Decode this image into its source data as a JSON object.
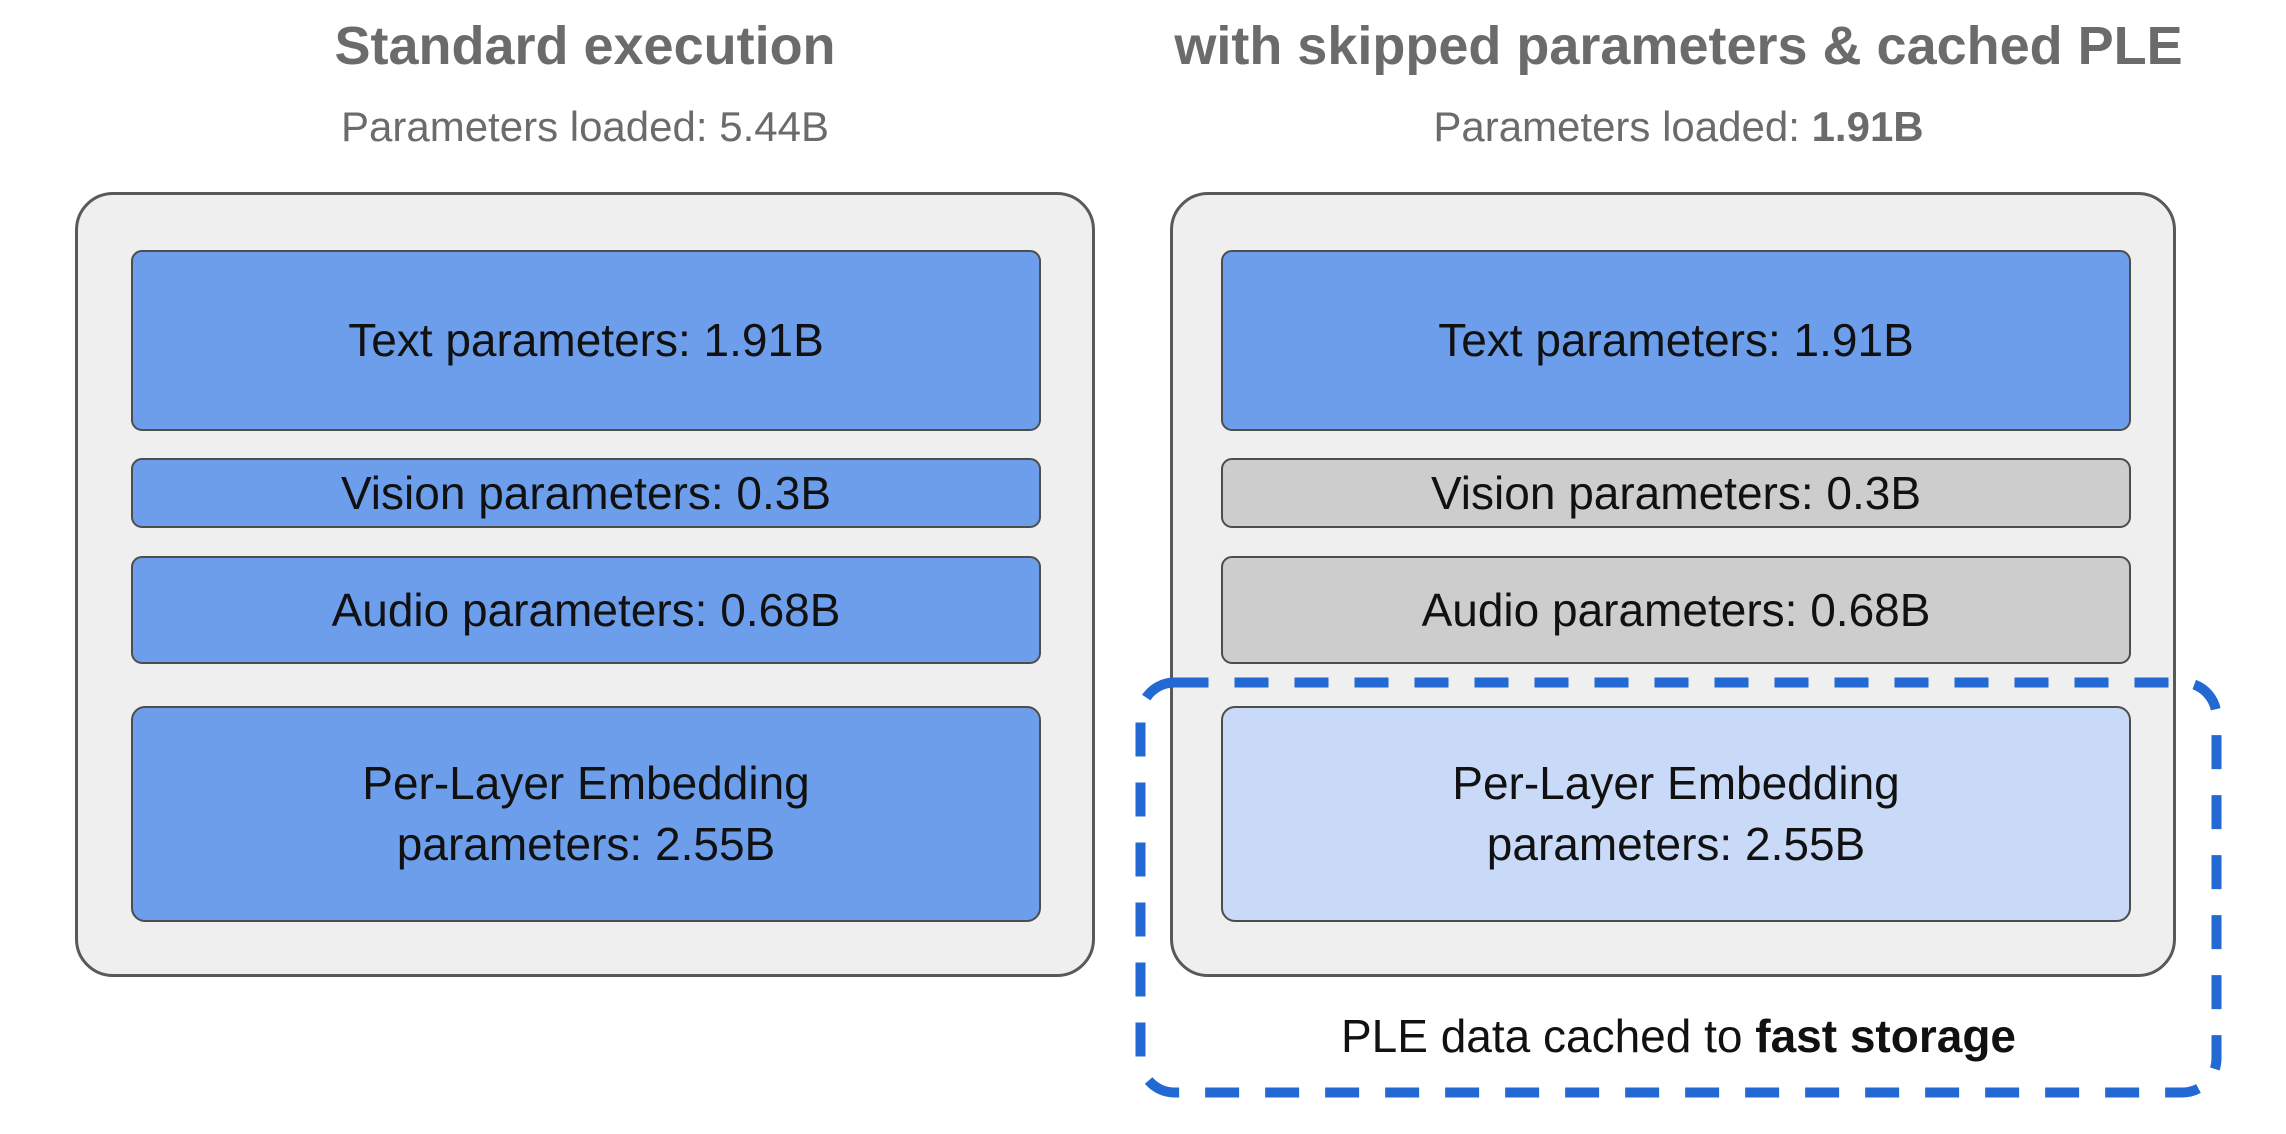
{
  "left_panel": {
    "title": "Standard execution",
    "subtitle_label": "Parameters loaded: ",
    "subtitle_value": "5.44B",
    "boxes": [
      {
        "label": "Text parameters: 1.91B",
        "state": "loaded"
      },
      {
        "label": "Vision parameters: 0.3B",
        "state": "loaded"
      },
      {
        "label": "Audio parameters: 0.68B",
        "state": "loaded"
      },
      {
        "line1": "Per-Layer Embedding",
        "line2": "parameters: 2.55B",
        "state": "loaded"
      }
    ]
  },
  "right_panel": {
    "title": "with skipped parameters & cached PLE",
    "subtitle_label": "Parameters loaded: ",
    "subtitle_value": "1.91B",
    "boxes": [
      {
        "label": "Text parameters: 1.91B",
        "state": "loaded"
      },
      {
        "label": "Vision parameters: 0.3B",
        "state": "skipped"
      },
      {
        "label": "Audio parameters: 0.68B",
        "state": "skipped"
      },
      {
        "line1": "Per-Layer Embedding",
        "line2": "parameters: 2.55B",
        "state": "cached"
      }
    ],
    "caption_prefix": "PLE data cached to ",
    "caption_bold": "fast storage"
  },
  "colors": {
    "heading_gray": "#6b6b6b",
    "panel_bg": "#efefef",
    "panel_border": "#595959",
    "box_border": "#4d4d4d",
    "loaded_blue": "#6d9eeb",
    "skipped_gray": "#cdcdcd",
    "cached_light_blue": "#c9daf8",
    "dashed_accent_blue": "#2269d3",
    "label_black": "#111111"
  }
}
